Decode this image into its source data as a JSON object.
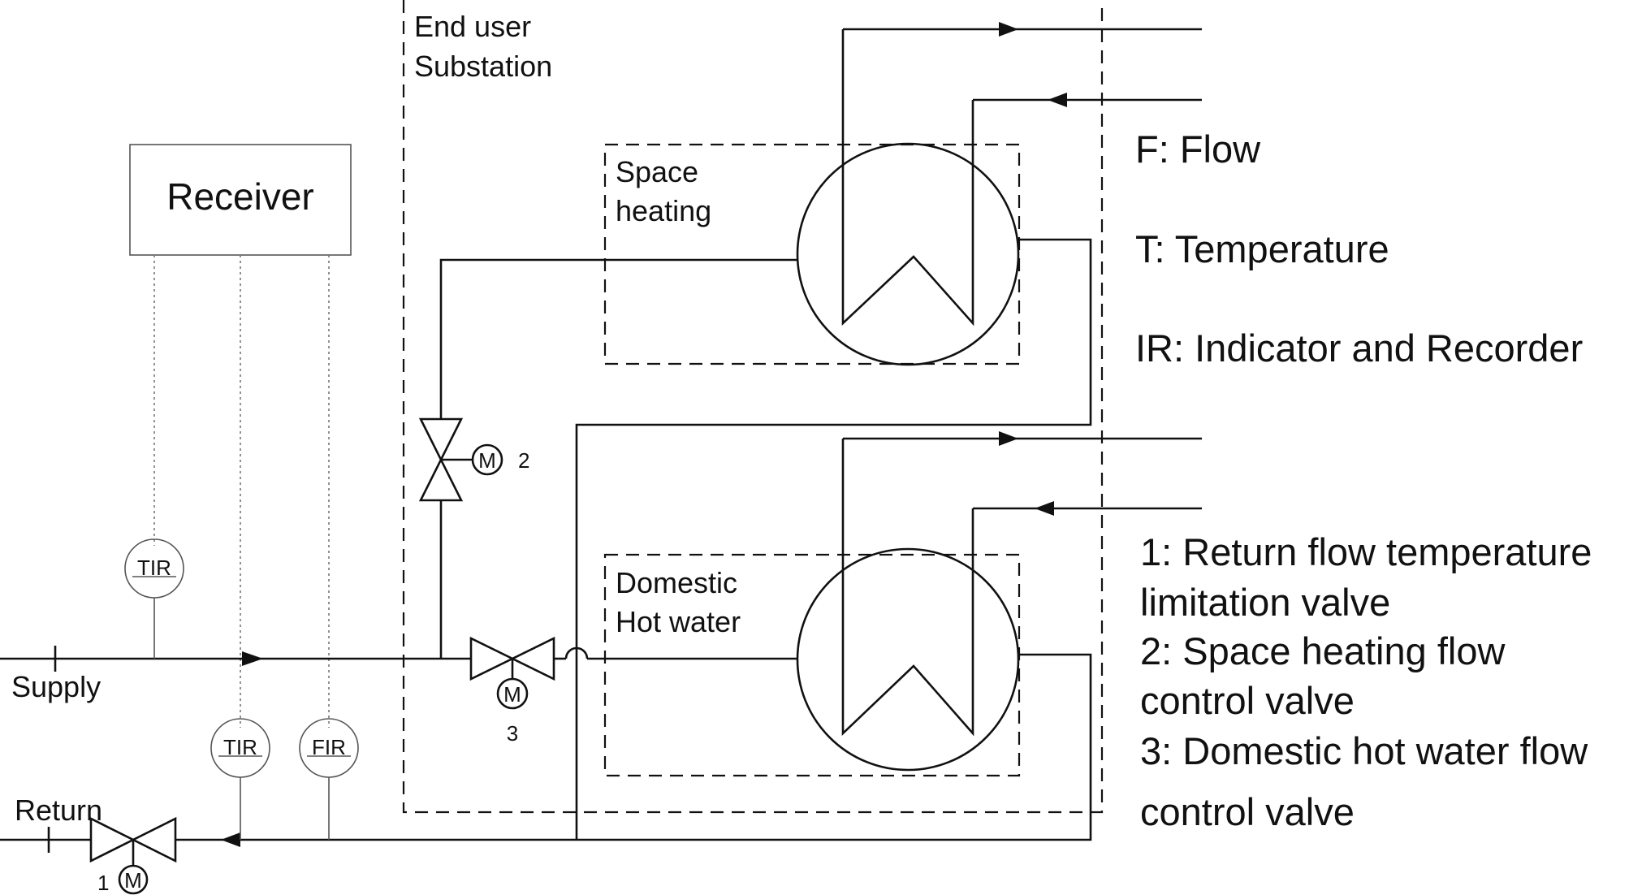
{
  "receiver": {
    "label": "Receiver"
  },
  "substation": {
    "line1": "End user",
    "line2": "Substation"
  },
  "space_heating": {
    "line1": "Space",
    "line2": "heating"
  },
  "dhw": {
    "line1": "Domestic",
    "line2": "Hot water"
  },
  "pipes": {
    "supply": "Supply",
    "return": "Return"
  },
  "instruments": {
    "tir_supply": "TIR",
    "tir_return": "TIR",
    "fir_return": "FIR"
  },
  "valves": {
    "v1": {
      "number": "1",
      "motor": "M"
    },
    "v2": {
      "number": "2",
      "motor": "M"
    },
    "v3": {
      "number": "3",
      "motor": "M"
    }
  },
  "legend": {
    "flow": "F: Flow",
    "temperature": "T: Temperature",
    "ir": "IR: Indicator and Recorder",
    "v1_line1": "1: Return flow temperature",
    "v1_line2": "limitation valve",
    "v2_line1": "2: Space heating flow",
    "v2_line2": "control valve",
    "v3_line1": "3: Domestic hot water flow",
    "v3_line2": "control valve"
  }
}
